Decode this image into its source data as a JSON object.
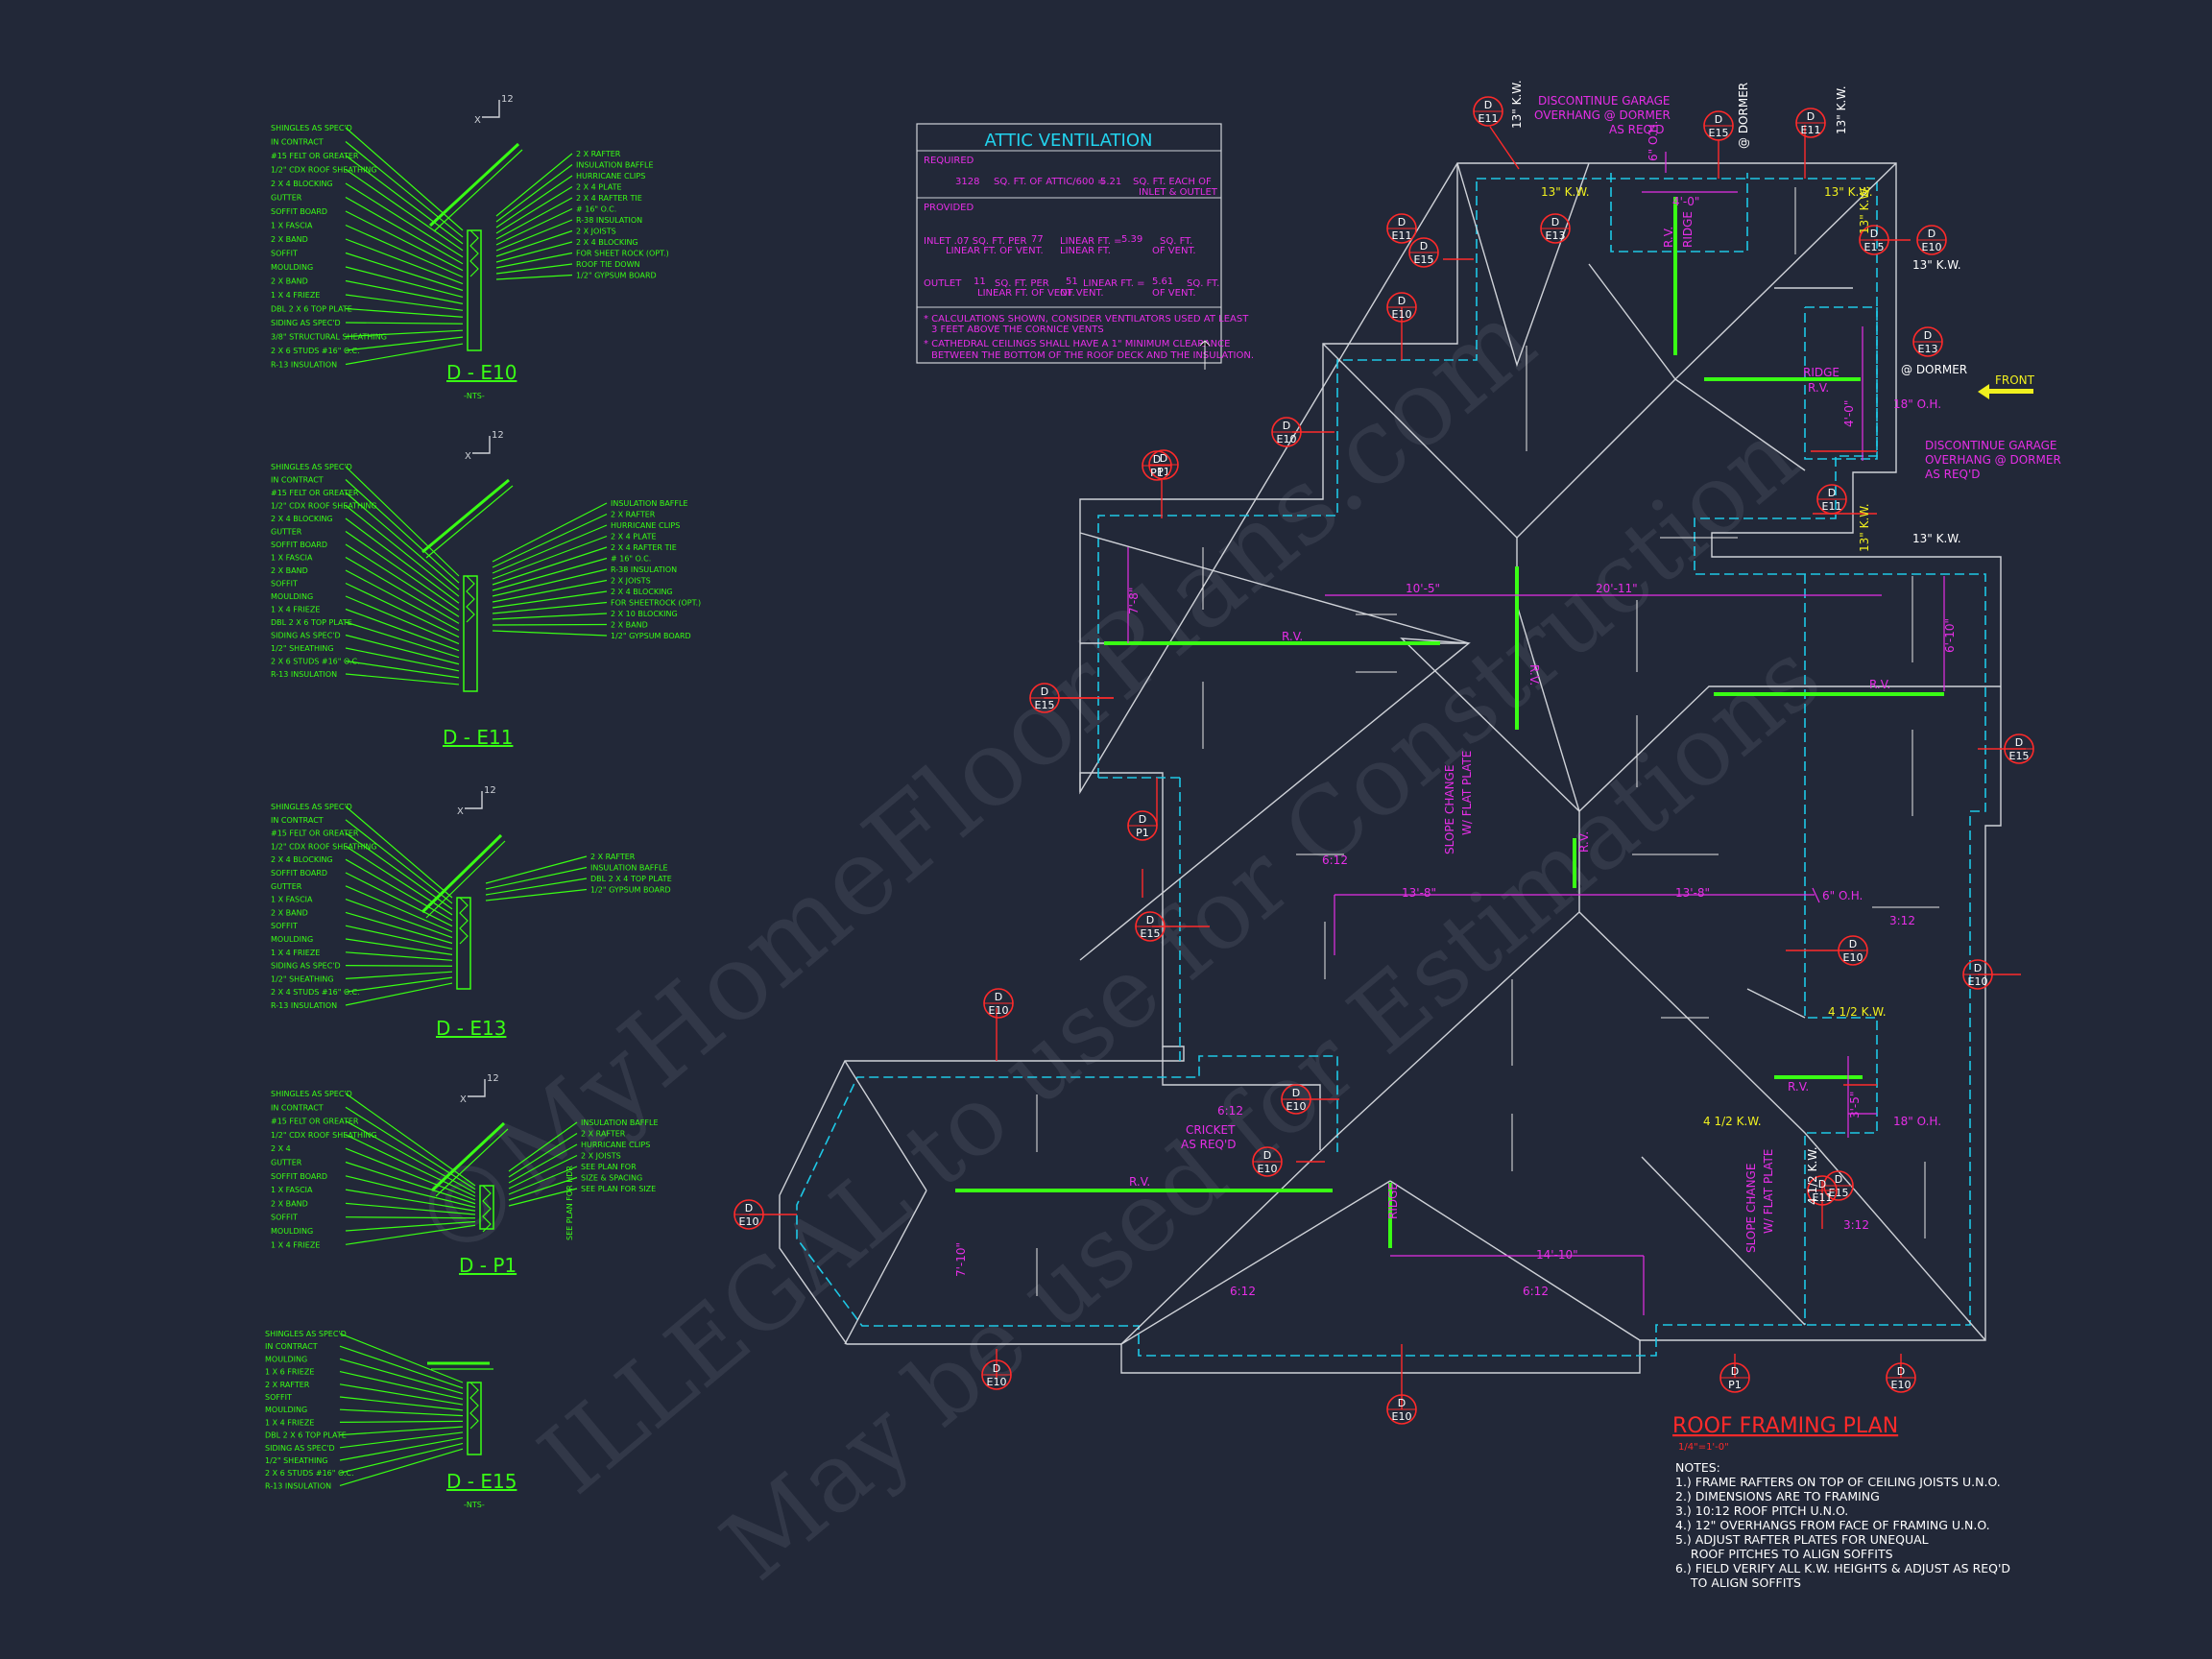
{
  "watermark": [
    "©MyHomeFloorPlans.com",
    "ILLEGAL to use for Construction",
    "May be used for Estimations"
  ],
  "details": [
    {
      "title": "D - E10",
      "scale": "-NTS-",
      "pitch": "12",
      "left": [
        "SHINGLES AS SPEC'D",
        "IN CONTRACT",
        "#15 FELT OR GREATER",
        "1/2\" CDX ROOF SHEATHING",
        "2 X 4 BLOCKING",
        "GUTTER",
        "SOFFIT BOARD",
        "1 X    FASCIA",
        "2 X    BAND",
        "SOFFIT",
        "MOULDING",
        "2 X    BAND",
        "1 X 4 FRIEZE",
        "DBL 2 X 6 TOP PLATE",
        "SIDING AS SPEC'D",
        "3/8\" STRUCTURAL SHEATHING",
        "2 X 6 STUDS #16\" O.C.",
        "R-13 INSULATION"
      ],
      "right": [
        "2 X    RAFTER",
        "INSULATION BAFFLE",
        "HURRICANE CLIPS",
        "2 X 4 PLATE",
        "2 X 4 RAFTER TIE",
        "# 16\" O.C.",
        "R-38 INSULATION",
        "2 X    JOISTS",
        "2 X 4 BLOCKING",
        "FOR SHEET ROCK (OPT.)",
        "ROOF TIE DOWN",
        "1/2\" GYPSUM BOARD"
      ]
    },
    {
      "title": "D - E11",
      "scale": "",
      "pitch": "12",
      "left": [
        "SHINGLES AS SPEC'D",
        "IN CONTRACT",
        "#15 FELT OR GREATER",
        "1/2\" CDX ROOF SHEATHING",
        "2 X 4 BLOCKING",
        "GUTTER",
        "SOFFIT BOARD",
        "1 X    FASCIA",
        "2 X    BAND",
        "SOFFIT",
        "MOULDING",
        "1 X 4 FRIEZE",
        "DBL 2 X 6 TOP PLATE",
        "SIDING AS SPEC'D",
        "1/2\" SHEATHING",
        "2 X 6 STUDS #16\" O.C.",
        "R-13 INSULATION"
      ],
      "right": [
        "INSULATION BAFFLE",
        "2 X    RAFTER",
        "HURRICANE CLIPS",
        "2 X 4 PLATE",
        "2 X 4 RAFTER TIE",
        "# 16\" O.C.",
        "R-38 INSULATION",
        "2 X    JOISTS",
        "2 X 4 BLOCKING",
        "FOR SHEETROCK (OPT.)",
        "2 X 10 BLOCKING",
        "2 X    BAND",
        "1/2\" GYPSUM BOARD"
      ]
    },
    {
      "title": "D - E13",
      "scale": "",
      "pitch": "12",
      "left": [
        "SHINGLES AS SPEC'D",
        "IN CONTRACT",
        "#15 FELT OR GREATER",
        "1/2\" CDX ROOF SHEATHING",
        "2 X 4 BLOCKING",
        "SOFFIT BOARD",
        "GUTTER",
        "1 X    FASCIA",
        "2 X    BAND",
        "SOFFIT",
        "MOULDING",
        "1 X 4 FRIEZE",
        "SIDING AS SPEC'D",
        "1/2\" SHEATHING",
        "2 X 4 STUDS #16\" O.C.",
        "R-13 INSULATION"
      ],
      "right": [
        "2 X    RAFTER",
        "INSULATION BAFFLE",
        "DBL 2 X 4 TOP PLATE",
        "1/2\" GYPSUM BOARD"
      ]
    },
    {
      "title": "D - P1",
      "scale": "",
      "pitch": "12",
      "left": [
        "SHINGLES AS SPEC'D",
        "IN CONTRACT",
        "#15 FELT OR GREATER",
        "1/2\" CDX ROOF SHEATHING",
        "2 X 4",
        "GUTTER",
        "SOFFIT BOARD",
        "1 X    FASCIA",
        "2 X    BAND",
        "SOFFIT",
        "MOULDING",
        "1 X 4 FRIEZE"
      ],
      "right": [
        "INSULATION BAFFLE",
        "2 X    RAFTER",
        "HURRICANE CLIPS",
        "2 X    JOISTS",
        "SEE PLAN FOR",
        "SIZE & SPACING",
        "SEE PLAN FOR SIZE"
      ],
      "vertical": "SEE PLAN FOR HDR"
    },
    {
      "title": "D - E15",
      "scale": "-NTS-",
      "pitch": "",
      "left": [
        "SHINGLES AS SPEC'D",
        "IN CONTRACT",
        "MOULDING",
        "1 X 6 FRIEZE",
        "2 X    RAFTER",
        "SOFFIT",
        "MOULDING",
        "1 X 4 FRIEZE",
        "DBL 2 X 6 TOP PLATE",
        "SIDING AS SPEC'D",
        "1/2\" SHEATHING",
        "2 X 6 STUDS #16\" O.C.",
        "R-13 INSULATION"
      ],
      "right": []
    }
  ],
  "attic_ventilation": {
    "title": "ATTIC VENTILATION",
    "required_label": "REQUIRED",
    "required_line": [
      "3128",
      "SQ. FT. OF ATTIC/600 =",
      "5.21",
      "SQ. FT. EACH OF",
      "INLET & OUTLET"
    ],
    "provided_label": "PROVIDED",
    "inlet_line": [
      "INLET .07 SQ. FT. PER",
      "77",
      "LINEAR FT. =",
      "5.39",
      "SQ. FT.",
      "LINEAR FT. OF VENT.",
      "LINEAR FT.",
      "OF VENT.",
      "OF VENT."
    ],
    "outlet_line": [
      "OUTLET",
      "11",
      "SQ. FT. PER",
      "51",
      "LINEAR FT. =",
      "5.61",
      "SQ. FT.",
      "LINEAR FT. OF VENT.",
      "OF VENT.",
      "OF VENT."
    ],
    "notes": [
      "* CALCULATIONS SHOWN, CONSIDER VENTILATORS USED AT LEAST",
      "3 FEET ABOVE THE CORNICE VENTS",
      "* CATHEDRAL CEILINGS SHALL HAVE A 1\" MINIMUM CLEARANCE",
      "BETWEEN THE BOTTOM OF THE ROOF DECK AND THE INSULATION."
    ]
  },
  "plan": {
    "title": "ROOF FRAMING PLAN",
    "scale": "1/4\"=1'-0\"",
    "notes_label": "NOTES:",
    "notes": [
      "1.) FRAME RAFTERS ON TOP OF CEILING JOISTS U.N.O.",
      "2.) DIMENSIONS ARE TO FRAMING",
      "3.) 10:12 ROOF PITCH U.N.O.",
      "4.) 12\" OVERHANGS FROM FACE OF FRAMING U.N.O.",
      "5.) ADJUST RAFTER PLATES FOR UNEQUAL",
      "    ROOF PITCHES TO ALIGN SOFFITS",
      "6.) FIELD VERIFY ALL K.W. HEIGHTS & ADJUST AS REQ'D",
      "    TO ALIGN SOFFITS"
    ],
    "front_label": "FRONT",
    "magenta_labels": {
      "discontinue_top": [
        "DISCONTINUE GARAGE",
        "OVERHANG @ DORMER",
        "AS REQ'D"
      ],
      "discontinue_right": [
        "DISCONTINUE GARAGE",
        "OVERHANG @ DORMER",
        "AS REQ'D"
      ],
      "cricket": [
        "CRICKET",
        "AS REQ'D"
      ],
      "dim_10_5": "10'-5\"",
      "dim_20_11": "20'-11\"",
      "dim_13_8a": "13'-8\"",
      "dim_13_8b": "13'-8\"",
      "dim_14_10": "14'-10\"",
      "dim_7_8": "7'-8\"",
      "dim_6_10": "6'-10\"",
      "dim_4_0a": "4'-0\"",
      "dim_4_0b": "4'-0\"",
      "dim_7_10": "7'-10\"",
      "dim_3_5": "3'-5\"",
      "oh_1": "6\" O.H.",
      "oh_2": "6\" O.H.",
      "oh_3": "18\" O.H.",
      "oh_4": "18\" O.H.",
      "ridge_1": "RIDGE",
      "ridge_2": "RIDGE",
      "ridge_3": "RIDGE",
      "rv": [
        "R.V.",
        "R.V.",
        "R.V.",
        "R.V.",
        "R.V.",
        "R.V.",
        "R.V.",
        "R.V."
      ],
      "slope_change_1": [
        "SLOPE CHANGE",
        "W/ FLAT PLATE"
      ],
      "slope_change_2": [
        "SLOPE CHANGE",
        "W/ FLAT PLATE"
      ],
      "pitch_3_12": "3:12",
      "pitch_3_12b": "3:12",
      "pitch_6_12a": "6:12",
      "pitch_6_12b": "6:12",
      "pitch_6_12c": "6:12",
      "pitch_6_12d": "6:12"
    },
    "kw_labels": [
      "13\" K.W.",
      "13\" K.W.",
      "13\" K.W.",
      "13\" K.W.",
      "4 1/2 K.W.",
      "4 1/2 K.W."
    ],
    "white_kw": [
      "13\" K.W.",
      "13\" K.W.",
      "13\" K.W.",
      "4 1/2 K.W.",
      "@ DORMER",
      "@ DORMER"
    ],
    "callouts": [
      {
        "d": "D",
        "ref": "E11"
      },
      {
        "d": "D",
        "ref": "E15"
      },
      {
        "d": "D",
        "ref": "E11"
      },
      {
        "d": "D",
        "ref": "E15"
      },
      {
        "d": "D",
        "ref": "E13"
      },
      {
        "d": "D",
        "ref": "E10"
      },
      {
        "d": "D",
        "ref": "E11"
      },
      {
        "d": "D",
        "ref": "E15"
      },
      {
        "d": "D",
        "ref": "E10"
      },
      {
        "d": "D",
        "ref": "P1"
      },
      {
        "d": "D",
        "ref": "E13"
      },
      {
        "d": "D",
        "ref": "E11"
      },
      {
        "d": "D",
        "ref": "E10"
      },
      {
        "d": "D",
        "ref": "E15"
      },
      {
        "d": "D",
        "ref": "P1"
      },
      {
        "d": "D",
        "ref": "E15"
      },
      {
        "d": "D",
        "ref": "E10"
      },
      {
        "d": "D",
        "ref": "E10"
      },
      {
        "d": "D",
        "ref": "E10"
      },
      {
        "d": "D",
        "ref": "P1"
      },
      {
        "d": "D",
        "ref": "E10"
      },
      {
        "d": "D",
        "ref": "E15"
      },
      {
        "d": "D",
        "ref": "E10"
      },
      {
        "d": "D",
        "ref": "E15"
      },
      {
        "d": "D",
        "ref": "E11"
      },
      {
        "d": "D",
        "ref": "E10"
      },
      {
        "d": "D",
        "ref": "E10"
      },
      {
        "d": "D",
        "ref": "E10"
      },
      {
        "d": "D",
        "ref": "P1"
      },
      {
        "d": "D",
        "ref": "E10"
      }
    ]
  }
}
